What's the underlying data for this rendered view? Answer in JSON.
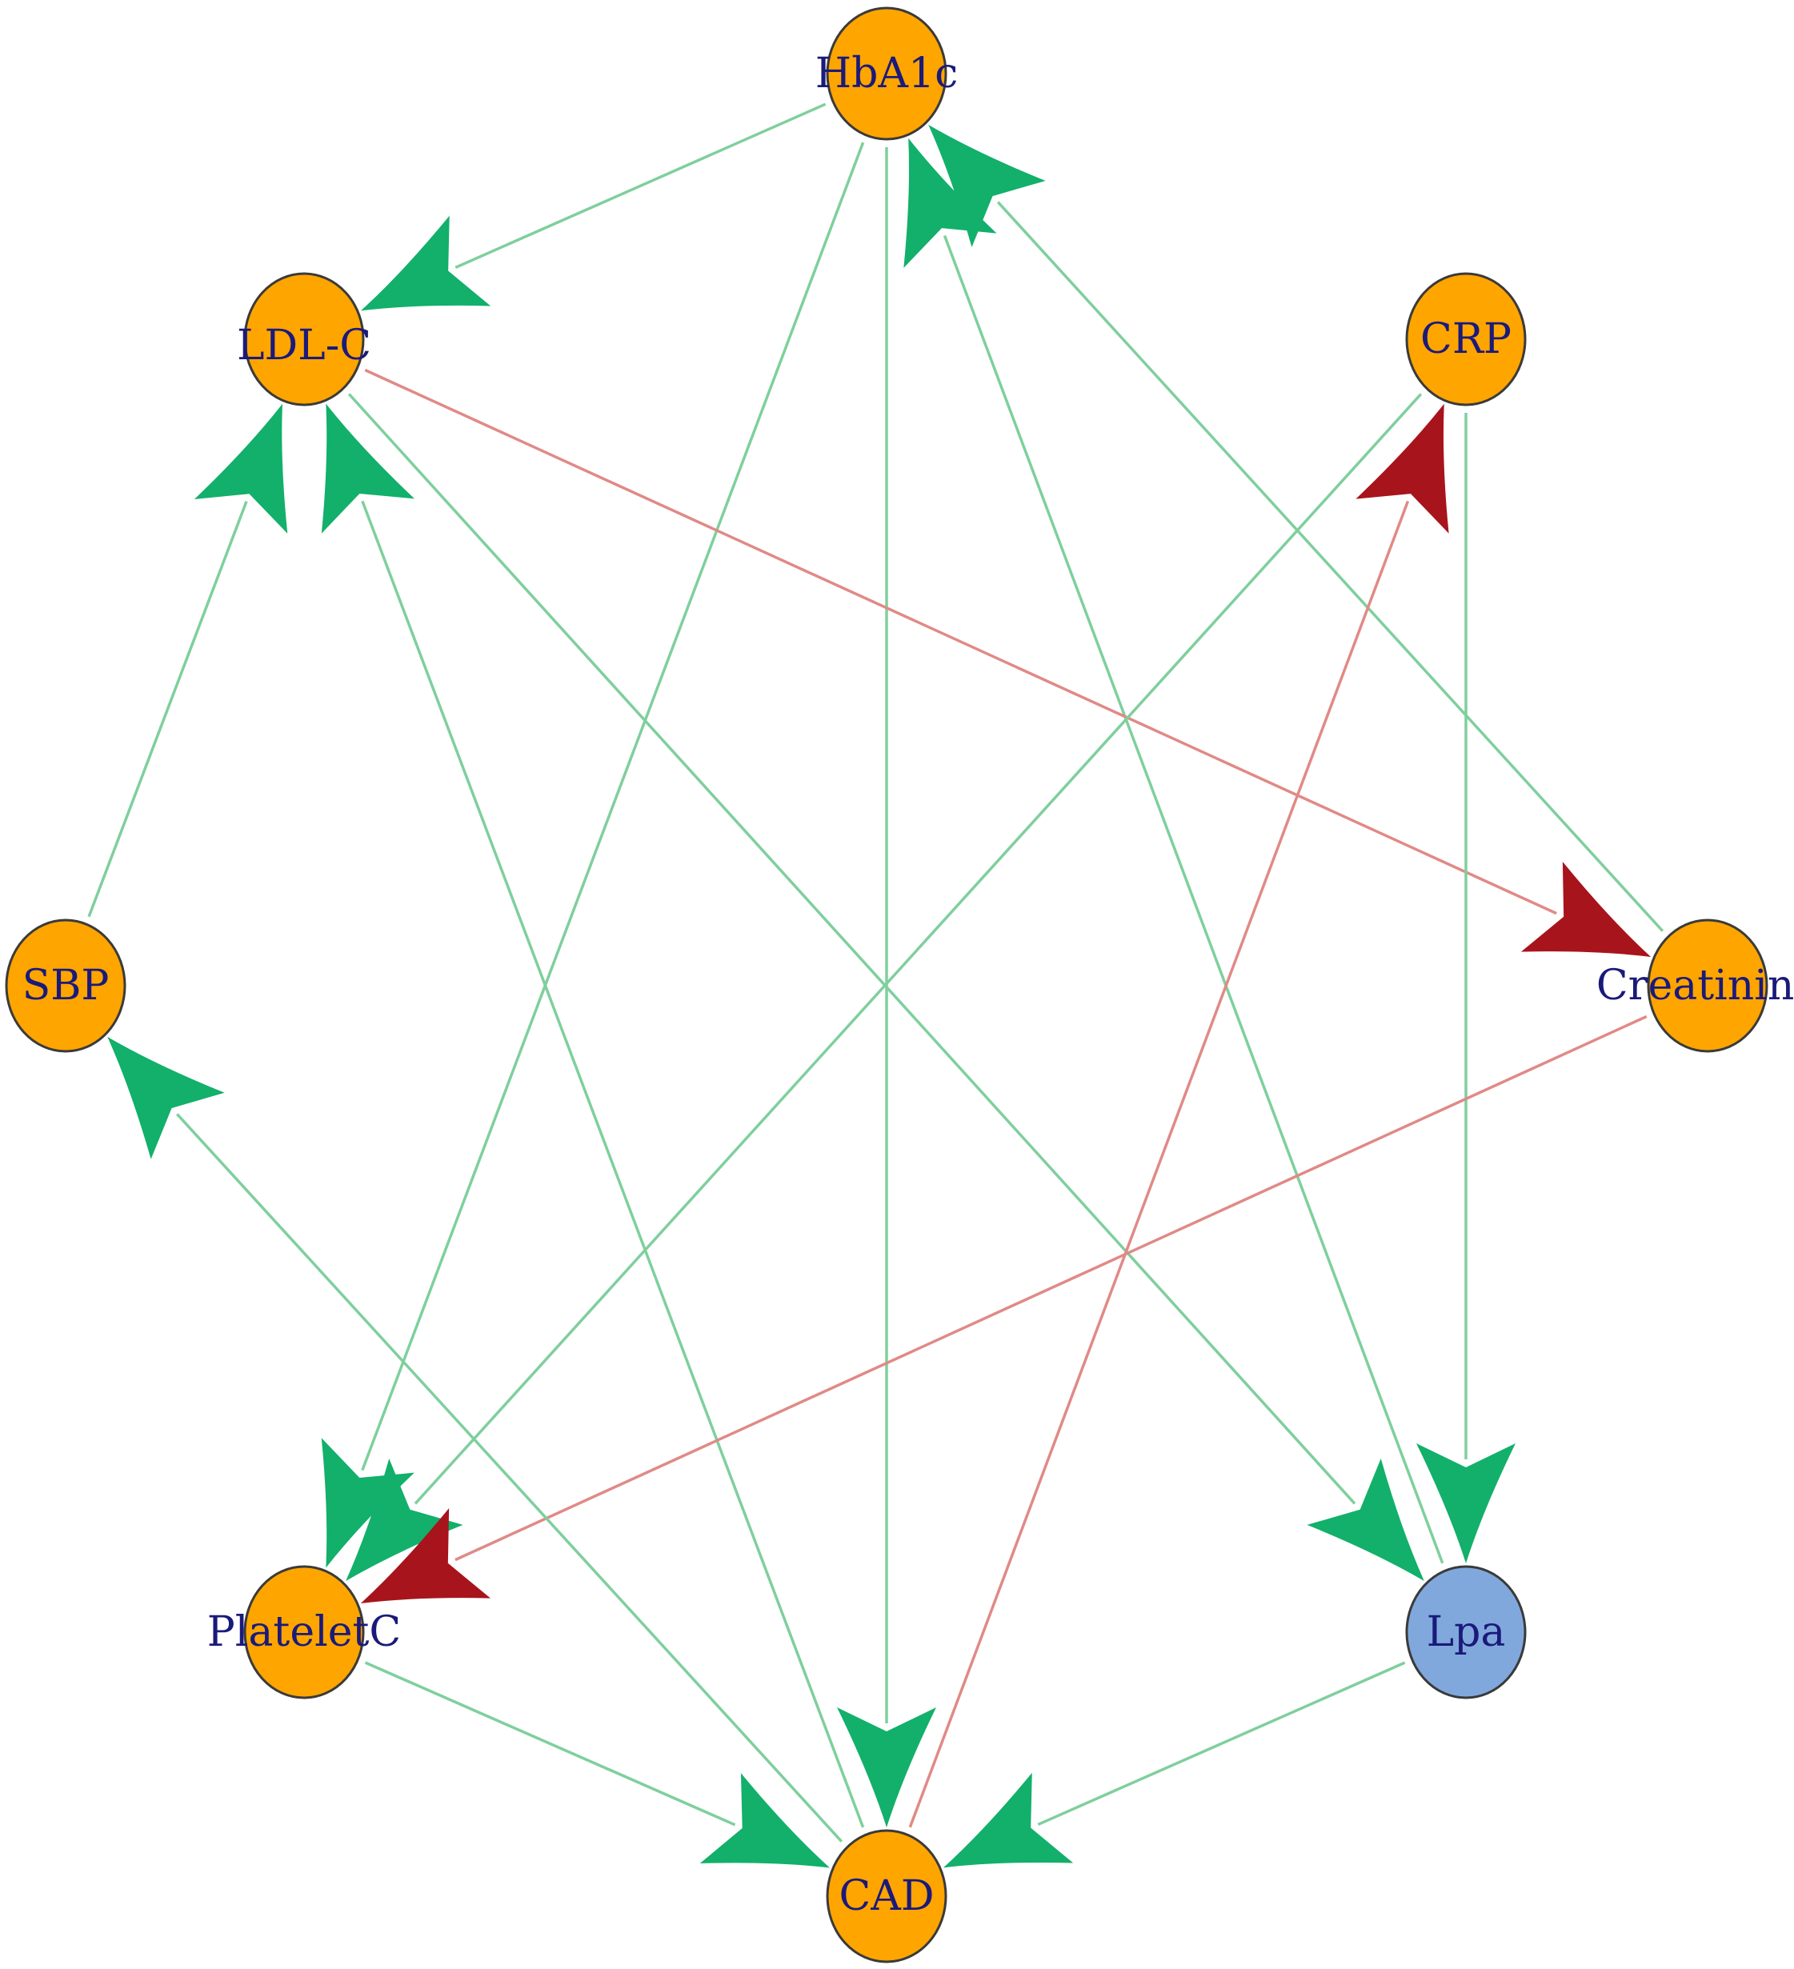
{
  "colors": {
    "node_default": "#ffa500",
    "node_highlight": "#80a8dc",
    "edge_positive": "#12b06a",
    "edge_negative": "#a8141c",
    "line_positive": "#7fcf9d",
    "line_negative": "#e08a86"
  },
  "nodes": [
    {
      "id": "HbA1c",
      "label": "HbA1c",
      "color_key": "node_default"
    },
    {
      "id": "LDL-C",
      "label": "LDL-C",
      "color_key": "node_default"
    },
    {
      "id": "CRP",
      "label": "CRP",
      "color_key": "node_default"
    },
    {
      "id": "SBP",
      "label": "SBP",
      "color_key": "node_default"
    },
    {
      "id": "Creatinine",
      "label": "Creatinine",
      "color_key": "node_default"
    },
    {
      "id": "PlateletC",
      "label": "PlateletC",
      "color_key": "node_default"
    },
    {
      "id": "Lpa",
      "label": "Lpa",
      "color_key": "node_highlight"
    },
    {
      "id": "CAD",
      "label": "CAD",
      "color_key": "node_default"
    }
  ],
  "edges": [
    {
      "from": "HbA1c",
      "to": "LDL-C",
      "sign": "positive"
    },
    {
      "from": "HbA1c",
      "to": "PlateletC",
      "sign": "positive"
    },
    {
      "from": "HbA1c",
      "to": "CAD",
      "sign": "positive"
    },
    {
      "from": "Lpa",
      "to": "HbA1c",
      "sign": "positive"
    },
    {
      "from": "Creatinine",
      "to": "HbA1c",
      "sign": "positive"
    },
    {
      "from": "SBP",
      "to": "LDL-C",
      "sign": "positive"
    },
    {
      "from": "CAD",
      "to": "LDL-C",
      "sign": "positive"
    },
    {
      "from": "LDL-C",
      "to": "Creatinine",
      "sign": "negative"
    },
    {
      "from": "LDL-C",
      "to": "Lpa",
      "sign": "positive"
    },
    {
      "from": "CRP",
      "to": "PlateletC",
      "sign": "positive"
    },
    {
      "from": "CRP",
      "to": "Lpa",
      "sign": "positive"
    },
    {
      "from": "CAD",
      "to": "CRP",
      "sign": "negative"
    },
    {
      "from": "Creatinine",
      "to": "PlateletC",
      "sign": "negative"
    },
    {
      "from": "CAD",
      "to": "SBP",
      "sign": "positive"
    },
    {
      "from": "PlateletC",
      "to": "CAD",
      "sign": "positive"
    },
    {
      "from": "Lpa",
      "to": "CAD",
      "sign": "positive"
    }
  ]
}
